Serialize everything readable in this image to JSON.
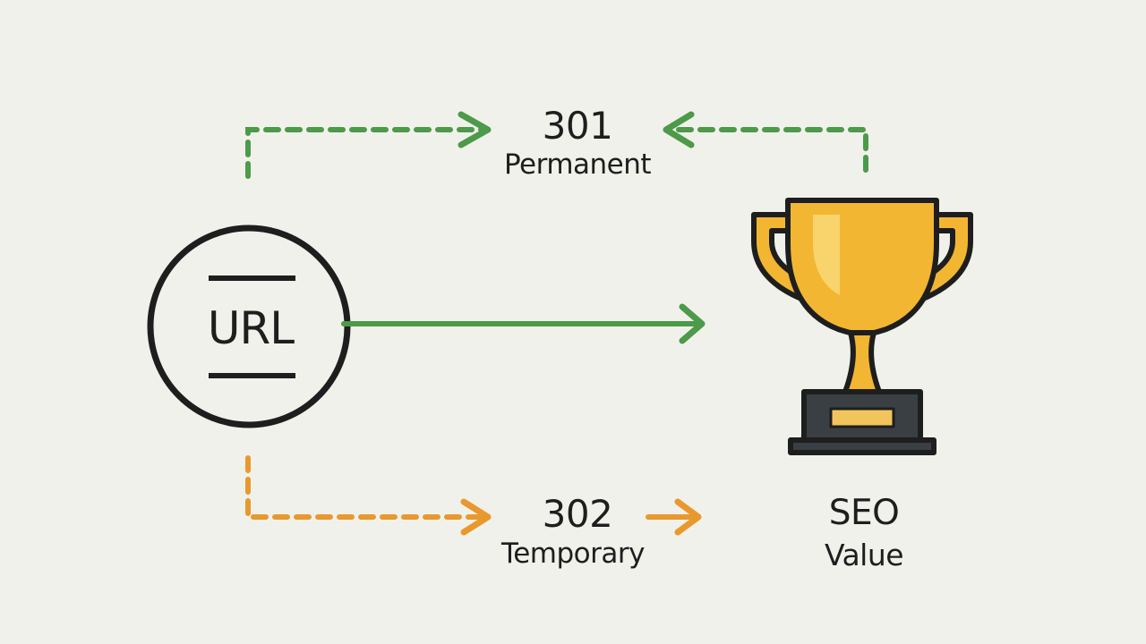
{
  "url_node": {
    "label": "URL"
  },
  "redirect_301": {
    "code": "301",
    "description": "Permanent"
  },
  "redirect_302": {
    "code": "302",
    "description": "Temporary"
  },
  "target": {
    "line1": "SEO",
    "line2": "Value"
  },
  "colors": {
    "background": "#f1f1ec",
    "permanent": "#4c9a4a",
    "temporary": "#e8992e",
    "ink": "#1e1e1e",
    "trophy_gold": "#f2b632",
    "trophy_base": "#3a3f44"
  },
  "icons": [
    "url-circle-icon",
    "trophy-icon",
    "arrow-right-icon",
    "arrow-left-icon"
  ]
}
